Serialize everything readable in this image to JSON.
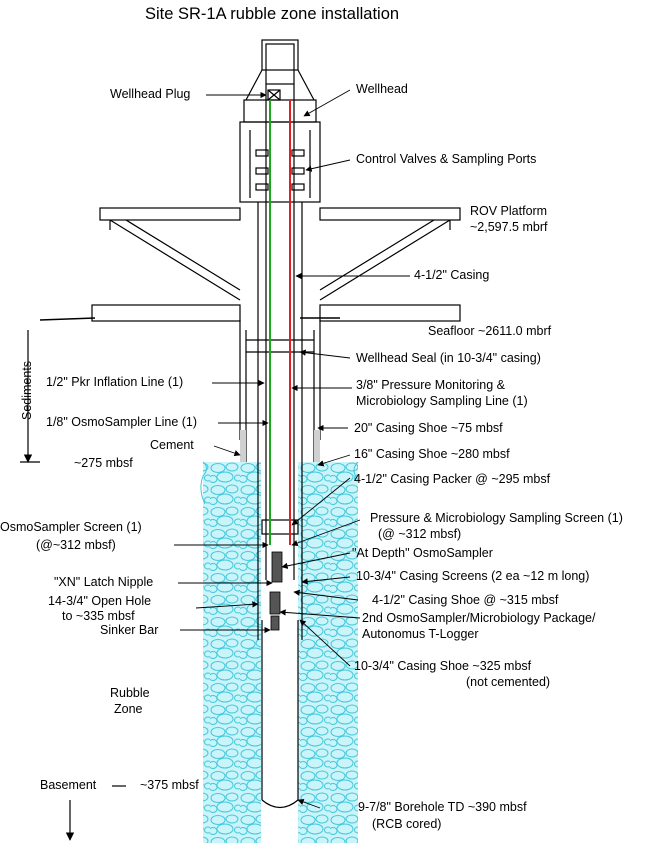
{
  "title": "Site SR-1A rubble zone installation",
  "labels": {
    "wellhead_plug": "Wellhead Plug",
    "wellhead": "Wellhead",
    "control_valves": "Control Valves & Sampling Ports",
    "rov_platform_1": "ROV Platform",
    "rov_platform_2": "~2,597.5 mbrf",
    "casing_412": "4-1/2\" Casing",
    "seafloor": "Seafloor  ~2611.0 mbrf",
    "wellhead_seal": "Wellhead Seal (in 10-3/4\" casing)",
    "pkr_inflation": "1/2\" Pkr Inflation Line (1)",
    "pressure_line_1": "3/8\" Pressure Monitoring &",
    "pressure_line_2": "Microbiology Sampling Line (1)",
    "osmo_line": "1/8\" OsmoSampler Line (1)",
    "shoe_20": "20\" Casing Shoe  ~75 mbsf",
    "cement": "Cement",
    "sediments": "Sediments",
    "depth_275": "~275 mbsf",
    "shoe_16": "16\" Casing Shoe  ~280 mbsf",
    "packer": "4-1/2\" Casing Packer @ ~295 mbsf",
    "osmo_screen_1": "OsmoSampler Screen (1)",
    "osmo_screen_2": "(@~312 mbsf)",
    "pressure_screen_1": "Pressure & Microbiology Sampling Screen (1)",
    "pressure_screen_2": "(@ ~312 mbsf)",
    "at_depth": "\"At Depth\" OsmoSampler",
    "xn_latch": "\"XN\" Latch Nipple",
    "casing_screens": "10-3/4\" Casing Screens (2 ea ~12 m long)",
    "open_hole_1": "14-3/4\" Open Hole",
    "open_hole_2": "to ~335 mbsf",
    "shoe_412": "4-1/2\" Casing Shoe @ ~315 mbsf",
    "sinker_bar": "Sinker Bar",
    "second_osmo_1": "2nd OsmoSampler/Microbiology Package/",
    "second_osmo_2": "Autonomus T-Logger",
    "shoe_1034_1": "10-3/4\" Casing Shoe  ~325 mbsf",
    "shoe_1034_2": "(not cemented)",
    "rubble_1": "Rubble",
    "rubble_2": "Zone",
    "basement": "Basement",
    "depth_375": "~375 mbsf",
    "td_1": "9-7/8\" Borehole TD  ~390 mbsf",
    "td_2": "(RCB cored)"
  },
  "colors": {
    "line": "#000000",
    "rubble_fill": "#c8f4fa",
    "rubble_edge": "#45c7da",
    "osmo_line": "#1aa81a",
    "pressure_line": "#e02020"
  }
}
